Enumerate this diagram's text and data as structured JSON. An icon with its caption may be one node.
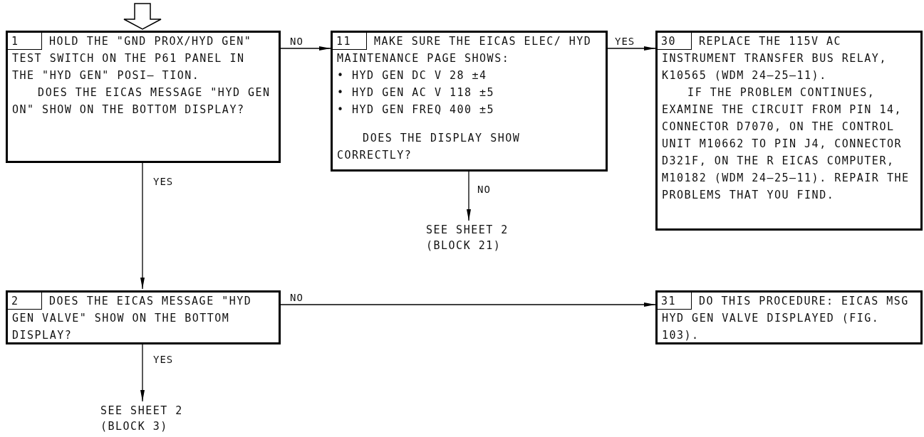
{
  "diagram": {
    "nodes": [
      {
        "text": [
          "1",
          "HOLD THE \"GND PROX/HYD GEN\" TEST SWITCH ON THE P61 PANEL IN THE \"HYD GEN\" POSI– TION.",
          "DOES THE EICAS MESSAGE \"HYD GEN ON\" SHOW ON THE BOTTOM DISPLAY?"
        ]
      },
      {
        "text": [
          "11",
          "MAKE SURE THE EICAS ELEC/ HYD MAINTENANCE PAGE SHOWS:",
          "• HYD GEN DC V 28 ±4",
          "• HYD GEN AC V 118 ±5",
          "• HYD GEN FREQ 400 ±5",
          "DOES THE DISPLAY SHOW CORRECTLY?"
        ]
      },
      {
        "text": [
          "30",
          "REPLACE THE 115V AC INSTRUMENT TRANSFER BUS RELAY, K10565 (WDM 24–25–11).",
          "IF THE PROBLEM CONTINUES, EXAMINE THE CIRCUIT FROM PIN 14, CONNECTOR D7070, ON THE CONTROL UNIT M10662 TO PIN J4, CONNECTOR D321F, ON THE R EICAS COMPUTER, M10182 (WDM 24–25–11). REPAIR THE PROBLEMS THAT YOU FIND."
        ]
      },
      {
        "text": [
          "SEE SHEET 2 (BLOCK 21)"
        ]
      },
      {
        "text": [
          "2",
          "DOES THE EICAS MESSAGE \"HYD GEN VALVE\" SHOW ON THE BOTTOM DISPLAY?"
        ]
      },
      {
        "text": [
          "31",
          "DO THIS PROCEDURE: EICAS MSG HYD GEN VALVE DISPLAYED (FIG. 103)."
        ]
      },
      {
        "text": [
          "SEE SHEET 2 (BLOCK 3)"
        ]
      }
    ],
    "edges": [
      {
        "from": null,
        "to": 0,
        "arrow": "to",
        "style": "thick"
      },
      {
        "from": 0,
        "to": 1,
        "arrow": "to",
        "label": "NO"
      },
      {
        "from": 1,
        "to": 2,
        "arrow": "to",
        "label": "YES"
      },
      {
        "from": 1,
        "to": 3,
        "arrow": "to",
        "label": "NO"
      },
      {
        "from": 0,
        "to": 4,
        "arrow": "to",
        "label": "YES"
      },
      {
        "from": 4,
        "to": 5,
        "arrow": "to",
        "label": "NO"
      },
      {
        "from": 4,
        "to": 6,
        "arrow": "to",
        "label": "YES"
      }
    ]
  }
}
